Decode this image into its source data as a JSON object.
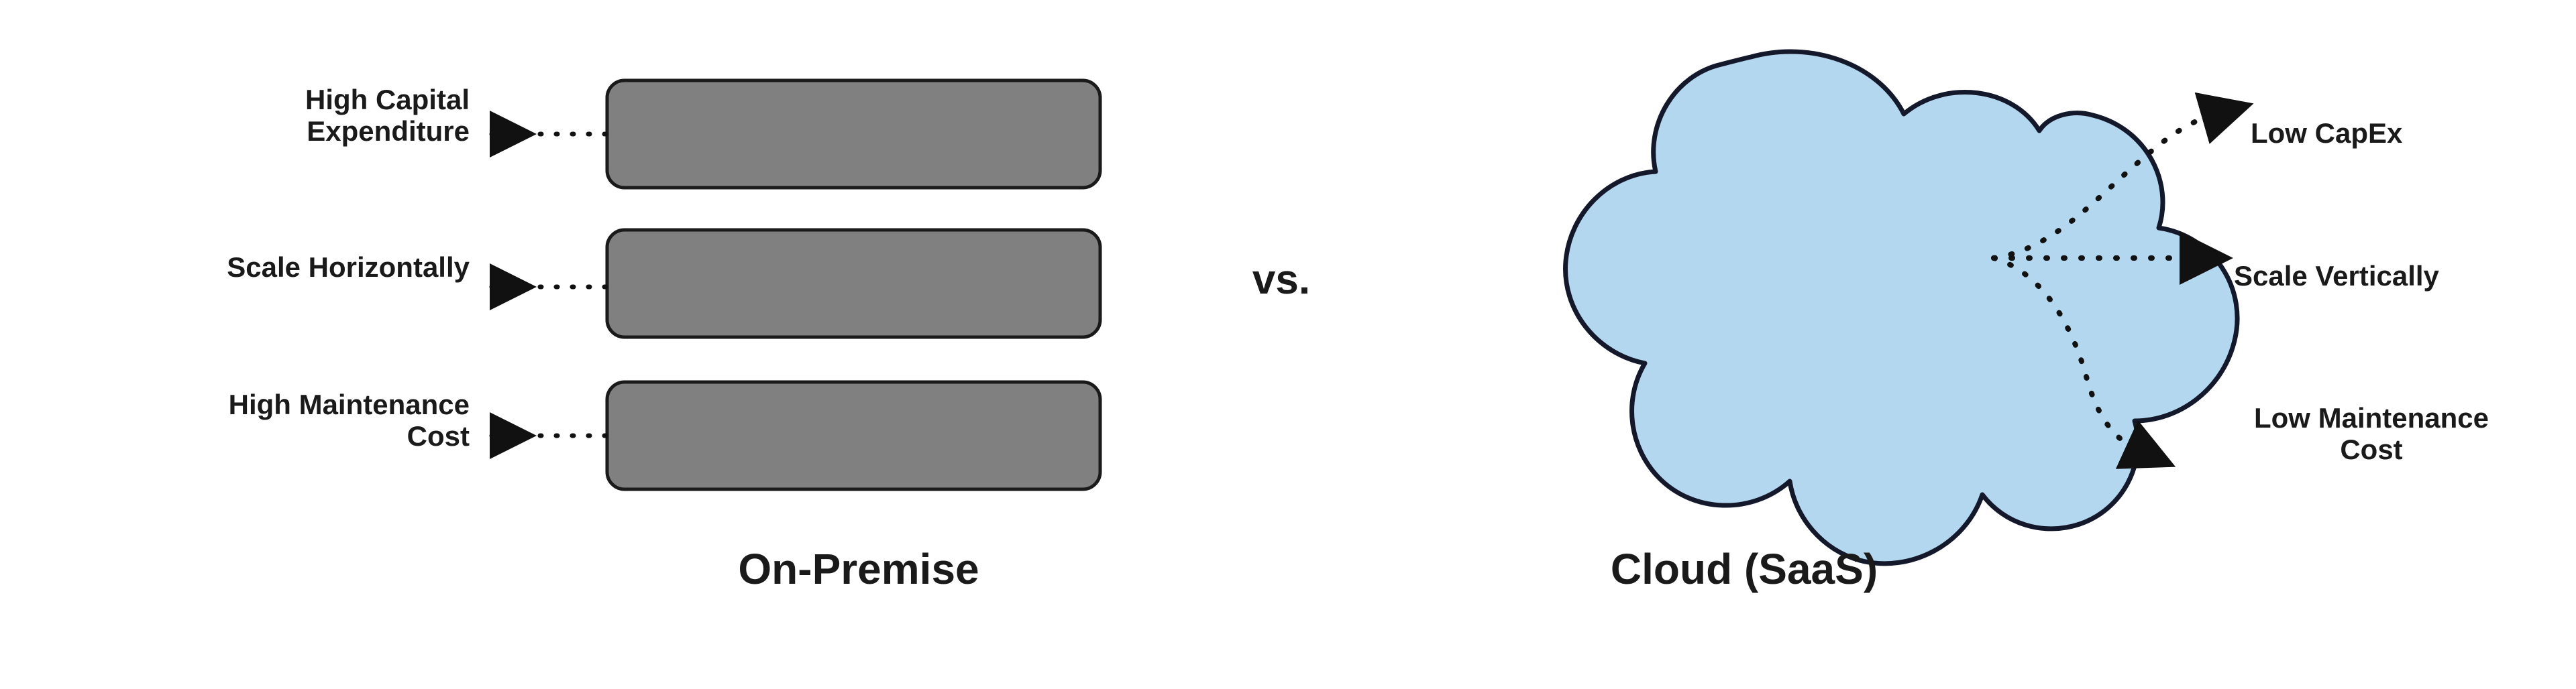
{
  "diagram": {
    "comparison_operator": "vs.",
    "left": {
      "title": "On-Premise",
      "shape": "server-stack",
      "shape_fill": "#808080",
      "shape_stroke": "#1a1a1a",
      "box_count": 3,
      "attributes": [
        {
          "id": "high-capital-expenditure",
          "text": "High Capital\nExpenditure",
          "arrow": "dotted-left"
        },
        {
          "id": "scale-horizontally",
          "text": "Scale Horizontally",
          "arrow": "dotted-left"
        },
        {
          "id": "high-maintenance-cost",
          "text": "High Maintenance\nCost",
          "arrow": "dotted-left"
        }
      ]
    },
    "right": {
      "title": "Cloud (SaaS)",
      "shape": "cloud",
      "shape_fill": "#b4d7f0",
      "shape_stroke": "#1a1a2e",
      "attributes": [
        {
          "id": "low-capex",
          "text": "Low CapEx",
          "arrow": "dotted-curve-up"
        },
        {
          "id": "scale-vertically",
          "text": "Scale Vertically",
          "arrow": "dotted-straight"
        },
        {
          "id": "low-maintenance-cost",
          "text": "Low Maintenance\nCost",
          "arrow": "dotted-curve-down"
        }
      ]
    },
    "colors": {
      "background": "#ffffff",
      "text": "#1a1a1a",
      "server_gray": "#808080",
      "cloud_blue": "#b4d7f0",
      "outline": "#1a1a1a"
    }
  }
}
